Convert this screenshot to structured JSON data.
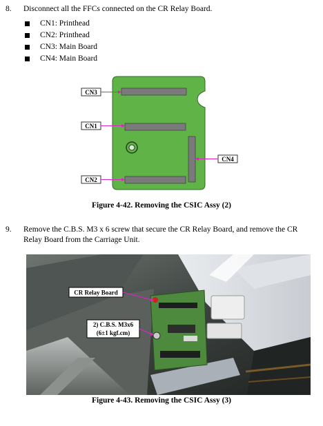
{
  "step8": {
    "number": "8.",
    "text": "Disconnect all the FFCs connected on the CR Relay Board.",
    "bullets": [
      "CN1: Printhead",
      "CN2: Printhead",
      "CN3: Main Board",
      "CN4: Main Board"
    ]
  },
  "figure42": {
    "labels": {
      "cn3": "CN3",
      "cn1": "CN1",
      "cn2": "CN2",
      "cn4": "CN4"
    },
    "caption": "Figure 4-42. Removing the CSIC Assy (2)",
    "colors": {
      "board": "#5fb347",
      "connector": "#7a7a7a",
      "pointer": "#e020c8"
    }
  },
  "step9": {
    "number": "9.",
    "text": "Remove the C.B.S. M3 x 6 screw that secure the CR Relay Board, and remove the CR Relay Board from the Carriage Unit."
  },
  "figure43": {
    "callout_board": "CR Relay Board",
    "callout_screw_line1": "2) C.B.S. M3x6",
    "callout_screw_line2": "(6±1 kgf.cm)",
    "caption": "Figure 4-43. Removing the CSIC Assy (3)"
  }
}
